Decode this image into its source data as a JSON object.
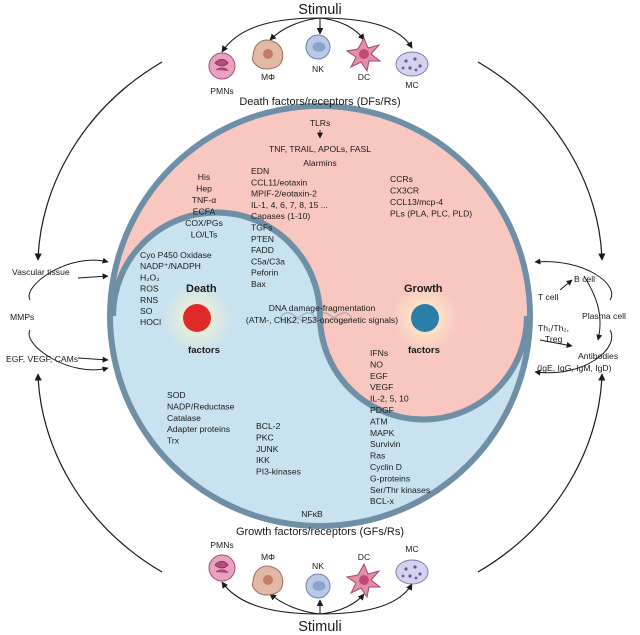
{
  "stimuli_top": "Stimuli",
  "stimuli_bottom": "Stimuli",
  "top_cells": [
    "PMNs",
    "MΦ",
    "NK",
    "DC",
    "MC"
  ],
  "bottom_cells": [
    "PMNs",
    "MΦ",
    "NK",
    "DC",
    "MC"
  ],
  "df_caption": "Death factors/receptors (DFs/Rs)",
  "gf_caption": "Growth factors/receptors (GFs/Rs)",
  "death": {
    "label_line1": "Death",
    "label_line2": "factors",
    "tlrs": "TLRs",
    "tnf_line": "TNF, TRAIL, APOLs, FASL",
    "alarmins": "Alarmins",
    "col_left": [
      "His",
      "Hep",
      "TNF-α",
      "ECFA",
      "COX/PGs",
      "LO/LTs"
    ],
    "col_mid": [
      "EDN",
      "CCL11/eotaxin",
      "MPIF-2/eotaxin-2",
      "IL-1, 4, 6, 7, 8, 15 ...",
      "Capases (1-10)",
      "TGFs",
      "PTEN",
      "FADD",
      "C5a/C3a",
      "Peforin",
      "Bax"
    ],
    "col_right": [
      "CCRs",
      "CX3CR",
      "CCL13/mcp-4",
      "PLs (PLA, PLC, PLD)"
    ],
    "col_oxid": [
      "Cyo P450 Oxidase",
      "NADP⁺/NADPH",
      "H₂O₂",
      "ROS",
      "RNS",
      "SO",
      "HOCl"
    ]
  },
  "dna_line1": "DNA damage-fragmentation",
  "dna_line2": "(ATM-, CHK2, P53-oncogenetic signals)",
  "growth": {
    "label_line1": "Growth",
    "label_line2": "factors",
    "col_right": [
      "IFNs",
      "NO",
      "EGF",
      "VEGF",
      "IL-2, 5, 10",
      "PDGF",
      "ATM",
      "MAPK",
      "Survivin",
      "Ras",
      "Cyclin D",
      "G-proteins",
      "Ser/Thr kinases",
      "BCL-x"
    ],
    "col_left": [
      "SOD",
      "NADP/Reductase",
      "Catalase",
      "Adapter proteins",
      "Trx"
    ],
    "col_mid": [
      "BCL-2",
      "PKC",
      "JUNK",
      "IKK",
      "PI3-kinases"
    ],
    "nfkb": "NFκB"
  },
  "left_side": {
    "vascular": "Vascular tissue",
    "mmps": "MMPs",
    "egf": "EGF, VEGF, CAMs"
  },
  "right_side": {
    "bcell": "B cell",
    "tcell": "T cell",
    "plasma": "Plasma cell",
    "th_line1": "Th₁/Th₂,",
    "th_line2": "Treg",
    "antibodies_line1": "Antibodies",
    "antibodies_line2": "(IgE, IgG, IgM, IgD)"
  },
  "colors": {
    "death_fill": "#f8c7c0",
    "growth_fill": "#c9e2ef",
    "ring": "#6f8fa6",
    "death_dot": "#e02a2a",
    "growth_dot": "#2a7fa8"
  }
}
